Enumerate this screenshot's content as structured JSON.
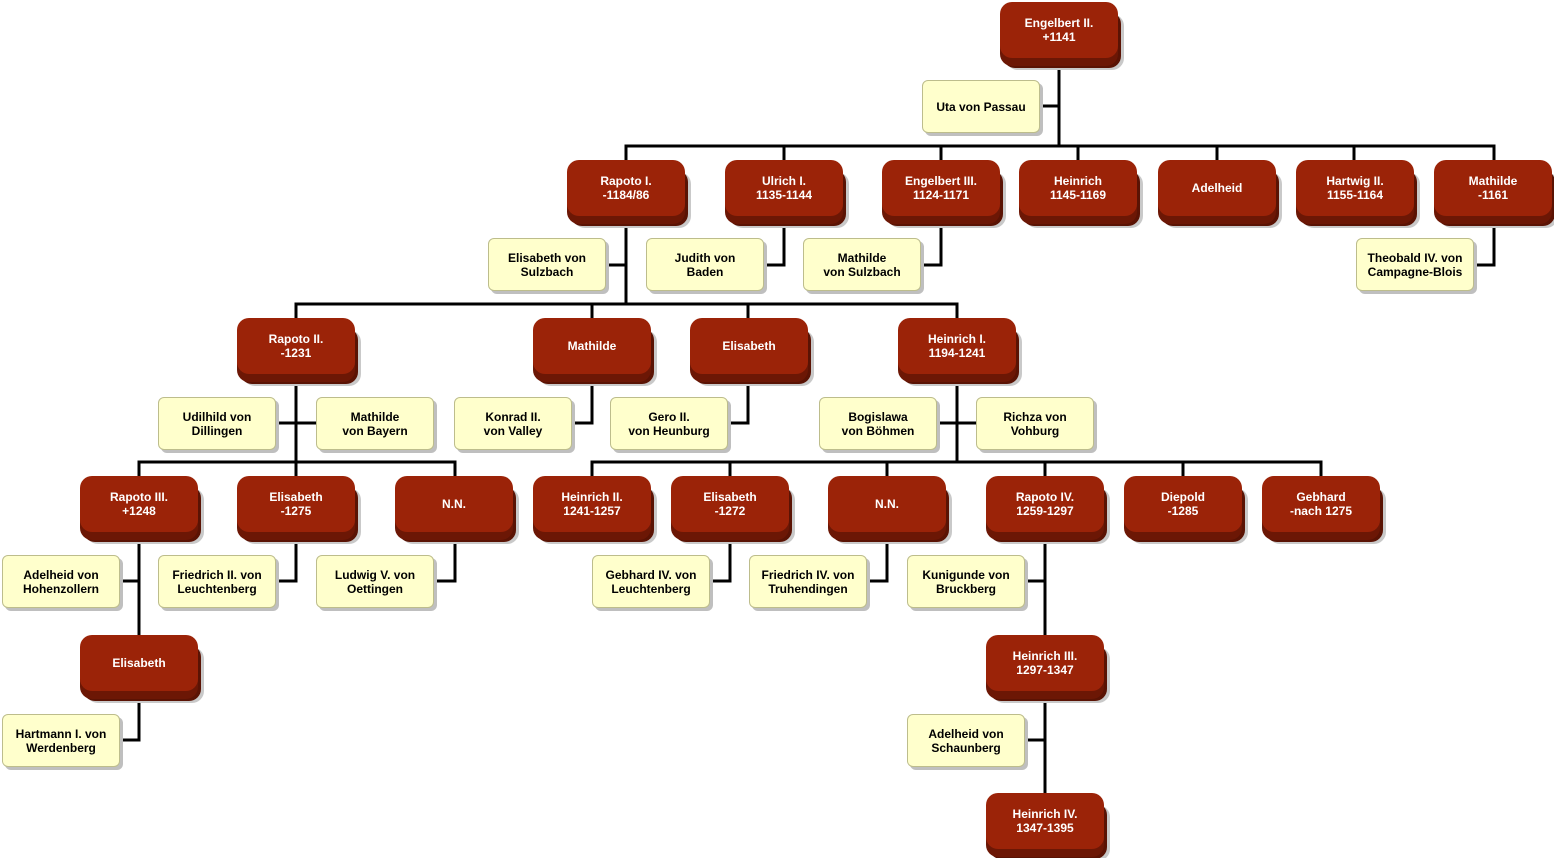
{
  "colors": {
    "ruler_fill": "#9b2308",
    "ruler_text": "#ffffff",
    "spouse_fill": "#ffffcc",
    "line": "#000000"
  },
  "nodes": {
    "engelbert_ii": {
      "name": "Engelbert II.",
      "dates": "+1141"
    },
    "uta": {
      "name": "Uta von Passau"
    },
    "rapoto_i": {
      "name": "Rapoto I.",
      "dates": "-1184/86"
    },
    "ulrich_i": {
      "name": "Ulrich I.",
      "dates": "1135-1144"
    },
    "engelbert_iii": {
      "name": "Engelbert III.",
      "dates": "1124-1171"
    },
    "heinrich_a": {
      "name": "Heinrich",
      "dates": "1145-1169"
    },
    "adelheid_a": {
      "name": "Adelheid"
    },
    "hartwig_ii": {
      "name": "Hartwig II.",
      "dates": "1155-1164"
    },
    "mathilde_a": {
      "name": "Mathilde",
      "dates": "-1161"
    },
    "elisabeth_sulz": {
      "name": "Elisabeth von",
      "dates": "Sulzbach"
    },
    "judith_baden": {
      "name": "Judith von",
      "dates": "Baden"
    },
    "mathilde_sulz": {
      "name": "Mathilde",
      "dates": "von Sulzbach"
    },
    "theobald_iv": {
      "name": "Theobald IV. von",
      "dates": "Campagne-Blois"
    },
    "rapoto_ii": {
      "name": "Rapoto II.",
      "dates": "-1231"
    },
    "mathilde_b": {
      "name": "Mathilde"
    },
    "elisabeth_b": {
      "name": "Elisabeth"
    },
    "heinrich_i": {
      "name": "Heinrich I.",
      "dates": "1194-1241"
    },
    "udilhild": {
      "name": "Udilhild von",
      "dates": "Dillingen"
    },
    "mathilde_bayern": {
      "name": "Mathilde",
      "dates": "von Bayern"
    },
    "konrad_ii": {
      "name": "Konrad II.",
      "dates": "von Valley"
    },
    "gero_ii": {
      "name": "Gero II.",
      "dates": "von Heunburg"
    },
    "bogislawa": {
      "name": "Bogislawa",
      "dates": "von Böhmen"
    },
    "richza": {
      "name": "Richza von",
      "dates": "Vohburg"
    },
    "rapoto_iii": {
      "name": "Rapoto III.",
      "dates": "+1248"
    },
    "elisabeth_c": {
      "name": "Elisabeth",
      "dates": "-1275"
    },
    "nn_a": {
      "name": "N.N."
    },
    "heinrich_ii": {
      "name": "Heinrich II.",
      "dates": "1241-1257"
    },
    "elisabeth_d": {
      "name": "Elisabeth",
      "dates": "-1272"
    },
    "nn_b": {
      "name": "N.N."
    },
    "rapoto_iv": {
      "name": "Rapoto IV.",
      "dates": "1259-1297"
    },
    "diepold": {
      "name": "Diepold",
      "dates": "-1285"
    },
    "gebhard": {
      "name": "Gebhard",
      "dates": "-nach 1275"
    },
    "adelheid_hohenz": {
      "name": "Adelheid von",
      "dates": "Hohenzollern"
    },
    "friedrich_ii": {
      "name": "Friedrich II. von",
      "dates": "Leuchtenberg"
    },
    "ludwig_v": {
      "name": "Ludwig V. von",
      "dates": "Oettingen"
    },
    "gebhard_iv": {
      "name": "Gebhard IV. von",
      "dates": "Leuchtenberg"
    },
    "friedrich_iv": {
      "name": "Friedrich IV. von",
      "dates": "Truhendingen"
    },
    "kunigunde": {
      "name": "Kunigunde von",
      "dates": "Bruckberg"
    },
    "elisabeth_e": {
      "name": "Elisabeth"
    },
    "heinrich_iii": {
      "name": "Heinrich III.",
      "dates": "1297-1347"
    },
    "hartmann_i": {
      "name": "Hartmann I. von",
      "dates": "Werdenberg"
    },
    "adelheid_schaun": {
      "name": "Adelheid von",
      "dates": "Schaunberg"
    },
    "heinrich_iv": {
      "name": "Heinrich IV.",
      "dates": "1347-1395"
    }
  }
}
